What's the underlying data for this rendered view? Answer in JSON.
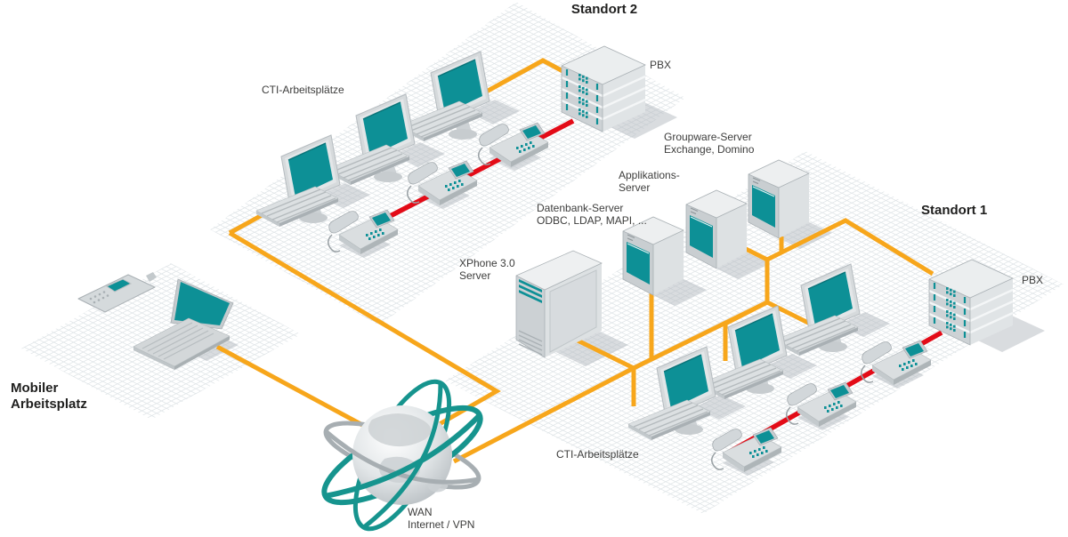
{
  "colors": {
    "orange": "#F7A61B",
    "red": "#E30B17",
    "teal": "#0D9096",
    "ringteal": "#16948E",
    "gridline": "#DFE4E7",
    "textdark": "#1F1F1E",
    "textbody": "#3D3D3C"
  },
  "sites": {
    "standort2": {
      "title": "Standort 2",
      "pbx": "PBX",
      "cti": "CTI-Arbeitsplätze"
    },
    "standort1": {
      "title": "Standort 1",
      "pbx": "PBX",
      "cti": "CTI-Arbeitsplätze"
    },
    "mobile": {
      "line1": "Mobiler",
      "line2": "Arbeitsplatz"
    },
    "wan": {
      "line1": "WAN",
      "line2": "Internet / VPN"
    }
  },
  "servers": {
    "groupware": {
      "line1": "Groupware-Server",
      "line2": "Exchange, Domino"
    },
    "applikation": {
      "line1": "Applikations-",
      "line2": "Server"
    },
    "datenbank": {
      "line1": "Datenbank-Server",
      "line2": "ODBC, LDAP, MAPI, ..."
    },
    "xphone": {
      "line1": "XPhone 3.0",
      "line2": "Server"
    }
  }
}
